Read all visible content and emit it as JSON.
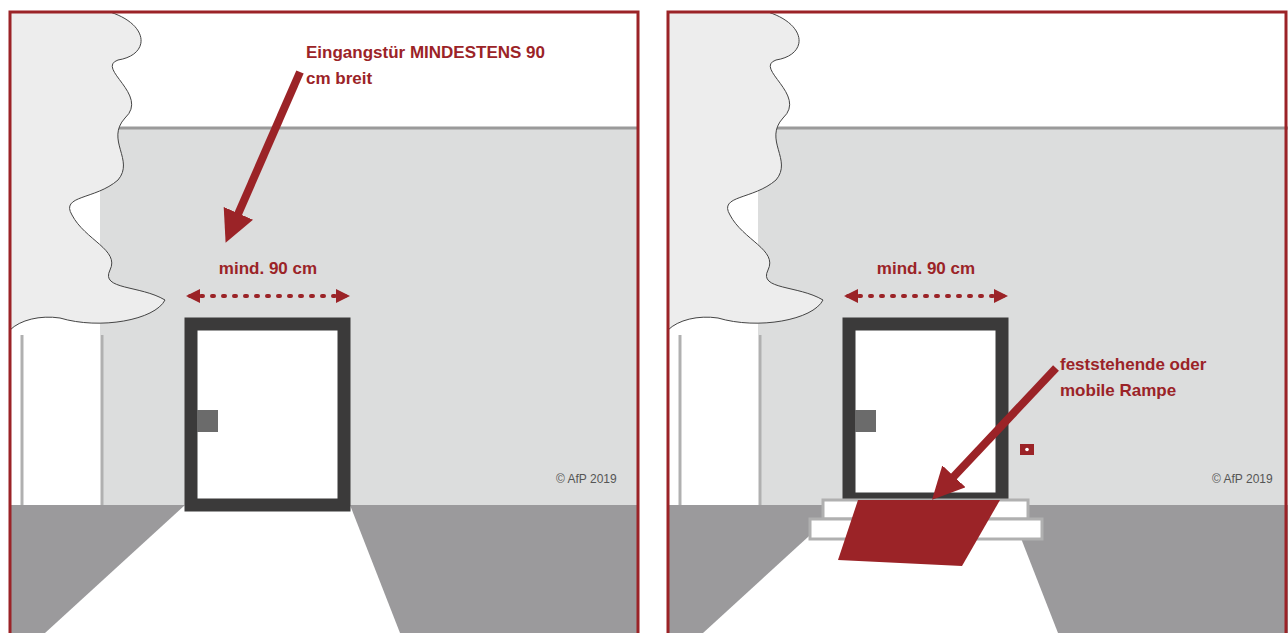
{
  "diagram": {
    "labels": [
      "Eingangstür MINDESTENS 90 cm breit",
      "mind. 90 cm",
      "© AfP 2019",
      "mind. 90 cm",
      "feststehende oder mobile Rampe",
      "© AfP 2019"
    ]
  }
}
